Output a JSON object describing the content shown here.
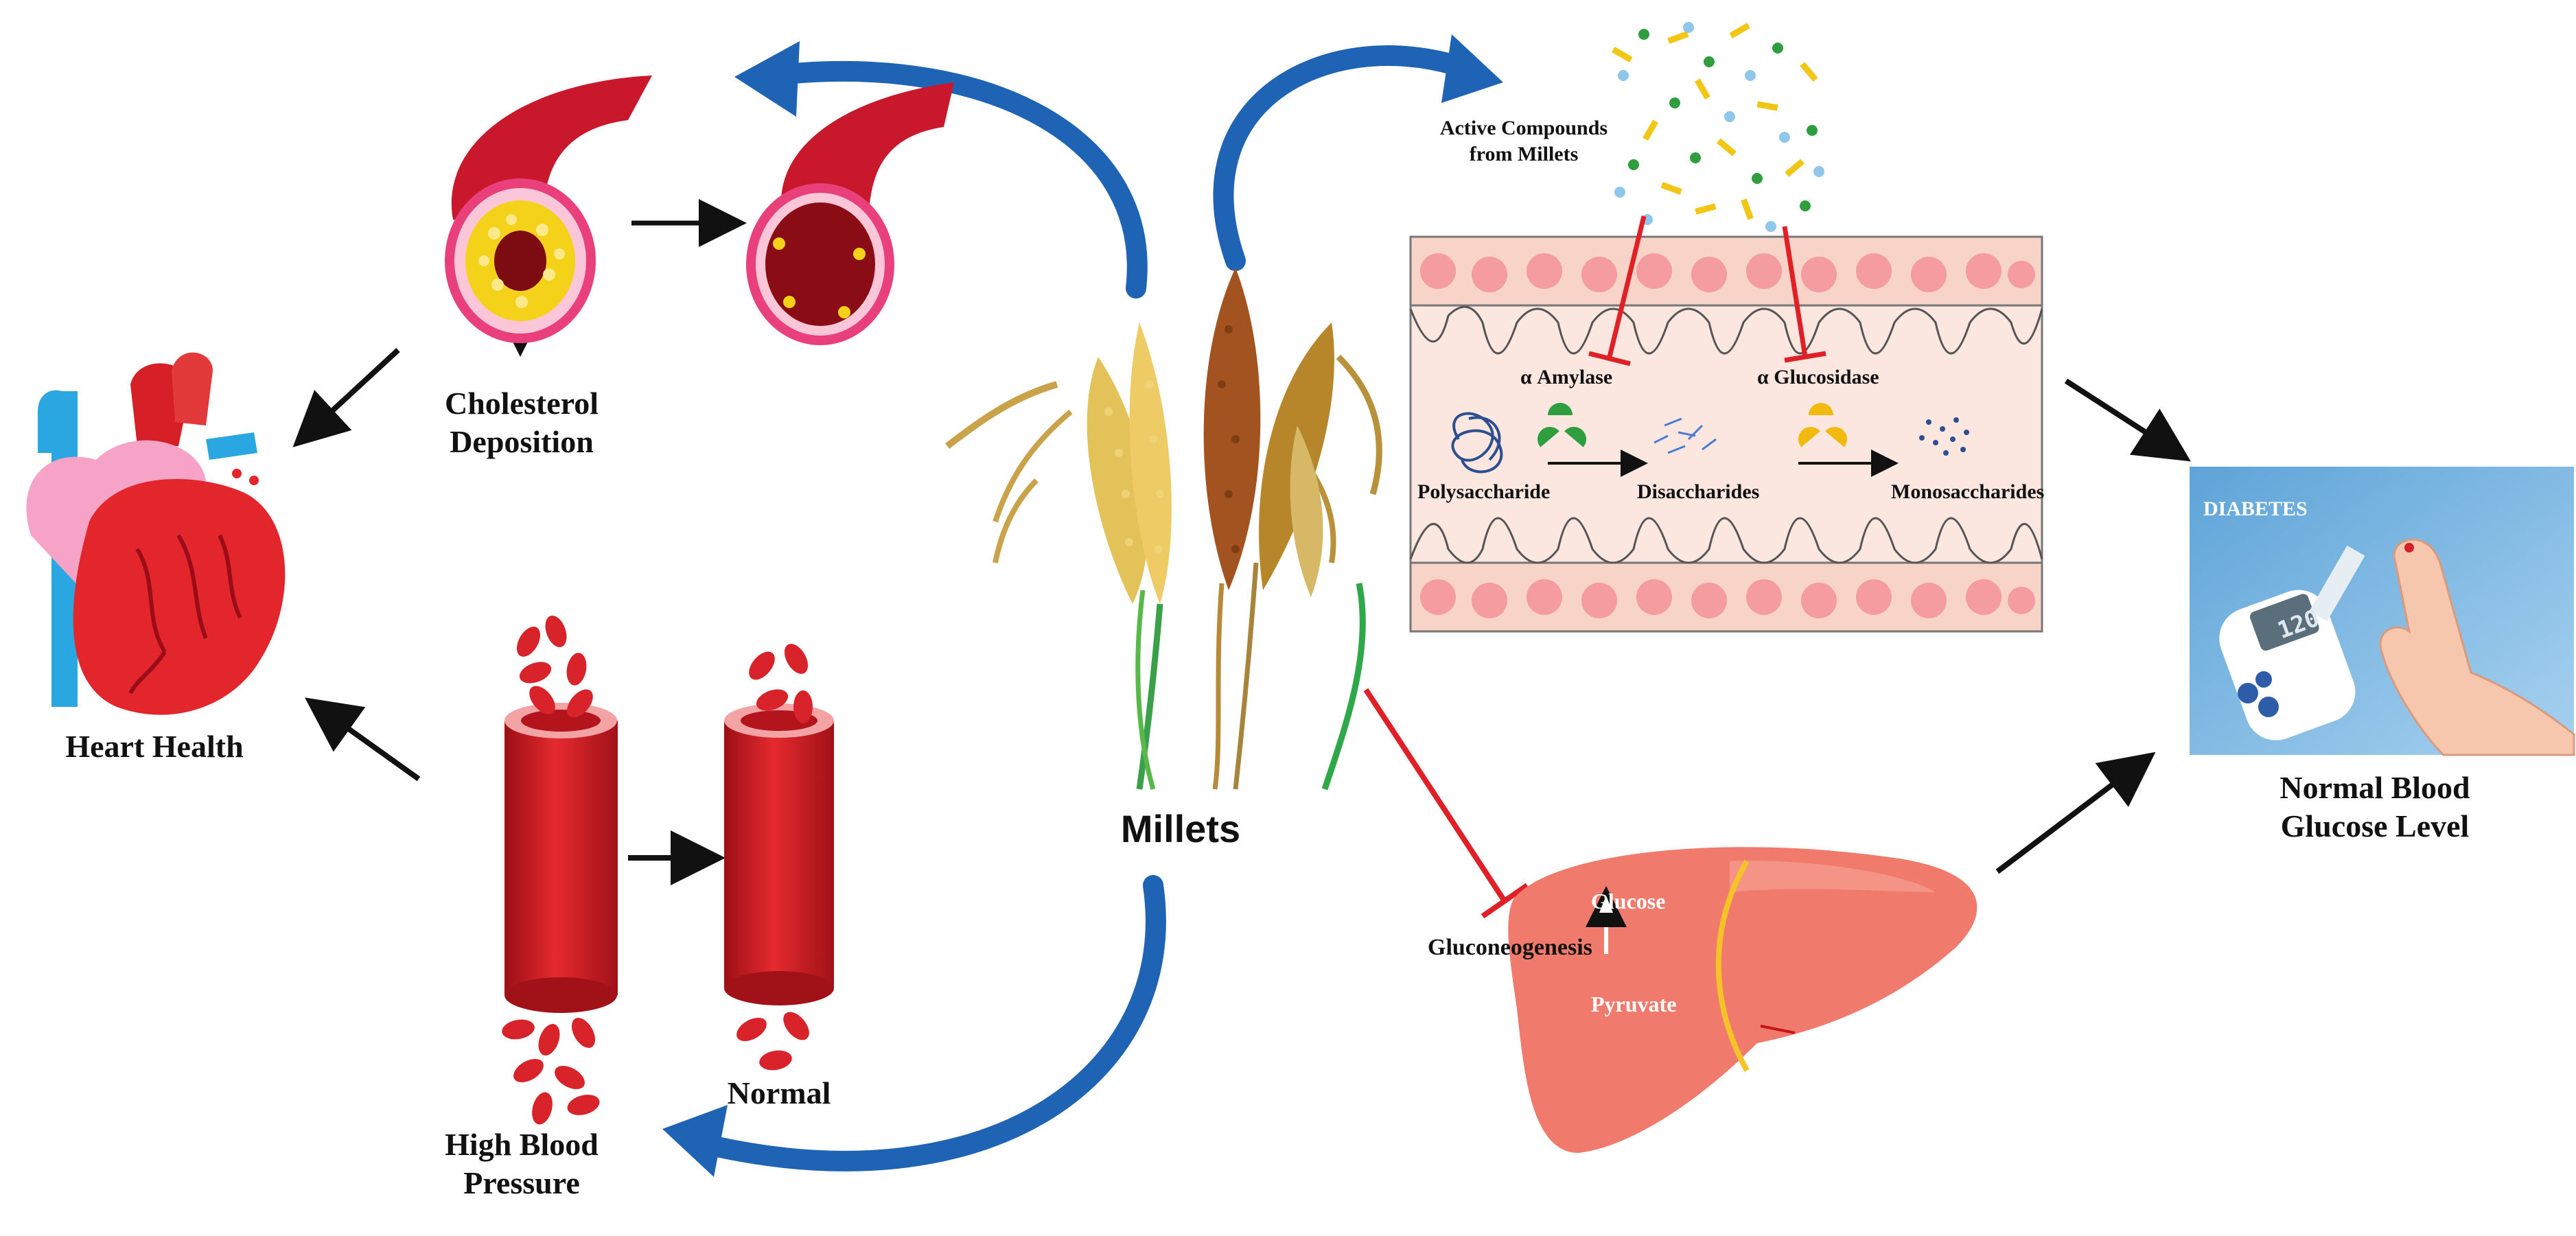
{
  "labels": {
    "cholesterol_deposition": "Cholesterol\nDeposition",
    "heart_health": "Heart Health",
    "high_blood_pressure": "High Blood\nPressure",
    "normal": "Normal",
    "millets": "Millets",
    "active_compounds": "Active Compounds\nfrom Millets",
    "alpha_amylase": "α Amylase",
    "alpha_glucosidase": "α Glucosidase",
    "polysaccharide": "Polysaccharide",
    "disaccharides": "Disaccharides",
    "monosaccharides": "Monosaccharides",
    "diabetes": "DIABETES",
    "meter_reading": "120",
    "normal_blood_glucose": "Normal Blood\nGlucose Level",
    "gluconeogenesis": "Gluconeogenesis",
    "glucose": "Glucose",
    "pyruvate": "Pyruvate"
  },
  "colors": {
    "curved_arrow": "#1f63b5",
    "inhibit": "#e01f26",
    "vessel_red": "#d61f26",
    "artery_outer": "#c9182b",
    "plaque": "#f5d21a",
    "intestine_bg": "#fbe7df",
    "intestine_dot": "#f49ca0",
    "liver": "#f07a6c",
    "diabetes_panel": "#7fb8e0",
    "heart_blue": "#2aa6e0",
    "heart_pink": "#f6a3c7"
  }
}
